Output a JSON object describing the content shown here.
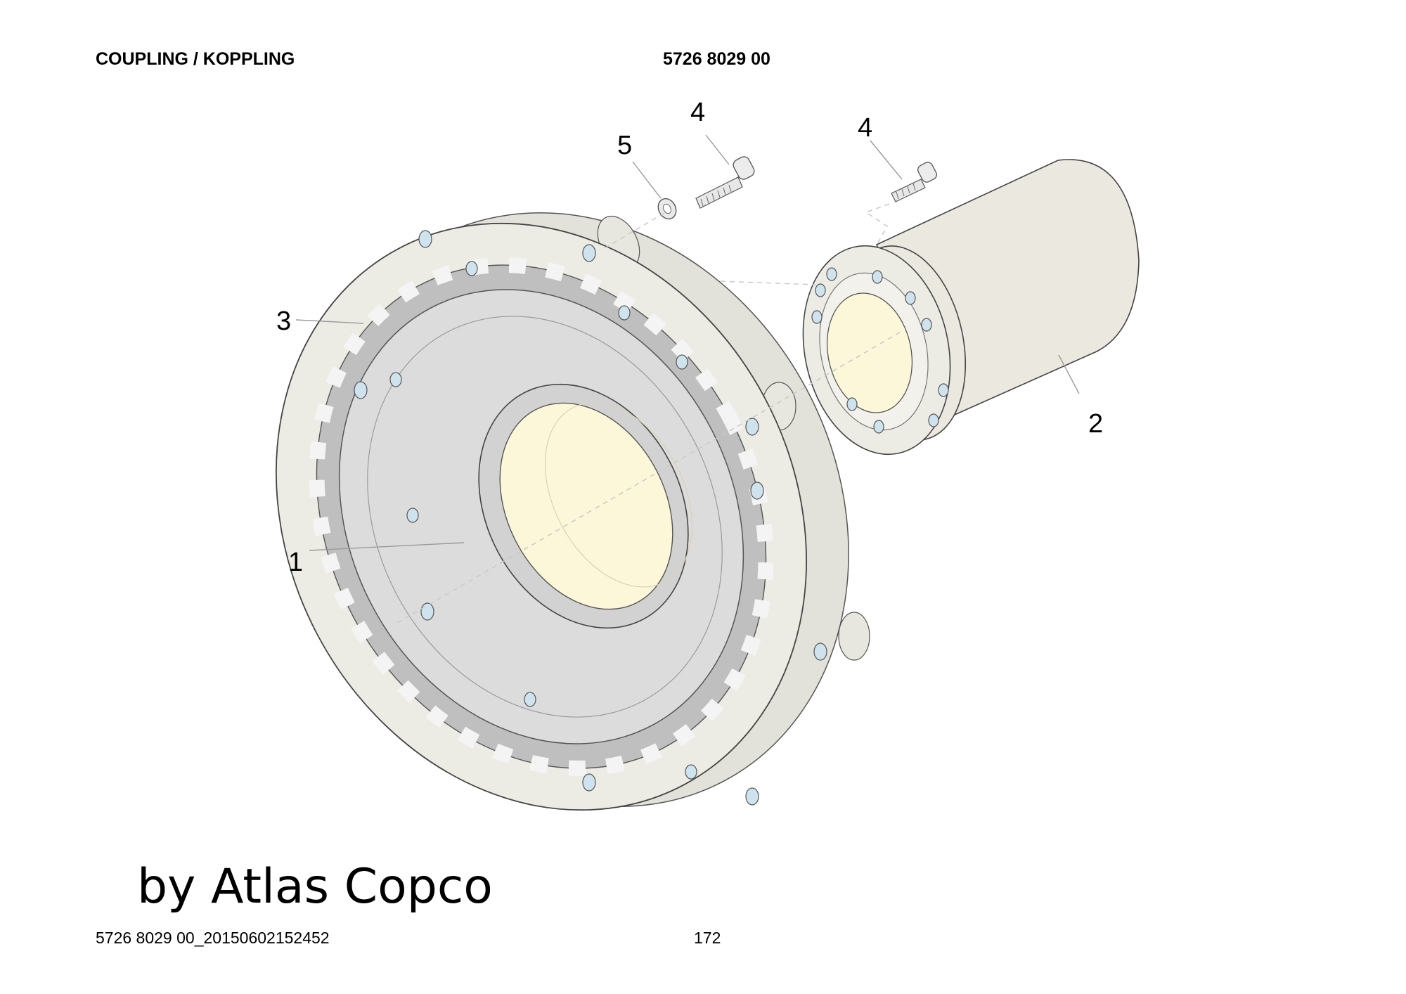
{
  "header": {
    "title": "COUPLING / KOPPLING",
    "part_number": "5726 8029 00"
  },
  "callouts": {
    "c1": "1",
    "c2": "2",
    "c3": "3",
    "c4a": "4",
    "c4b": "4",
    "c5": "5"
  },
  "watermark": "by Atlas Copco",
  "footer": {
    "document_id": "5726 8029 00_20150602152452",
    "page_number": "172"
  },
  "colors": {
    "flange": "#ecebe4",
    "disc": "#dcdcdc",
    "bore": "#fbf7d8",
    "hole": "#cfe3ee"
  }
}
